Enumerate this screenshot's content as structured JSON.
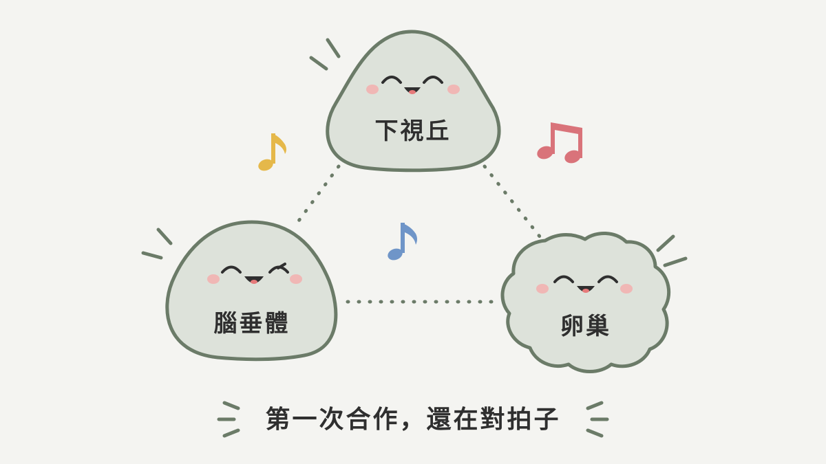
{
  "nodes": {
    "top": {
      "label": "下視丘"
    },
    "left": {
      "label": "腦垂體"
    },
    "right": {
      "label": "卵巢"
    }
  },
  "caption": "第一次合作，還在對拍子",
  "colors": {
    "background": "#f4f4f1",
    "blob_fill": "#dde2da",
    "blob_outline": "#6b7b68",
    "text": "#2f2f2f",
    "cheek": "#f2b3b0",
    "note_yellow": "#e5b84a",
    "note_red": "#d9737a",
    "note_blue": "#6f95c8"
  },
  "icons": {
    "note_yellow": "eighth-note-icon",
    "note_red": "beamed-notes-icon",
    "note_blue": "eighth-note-icon"
  }
}
